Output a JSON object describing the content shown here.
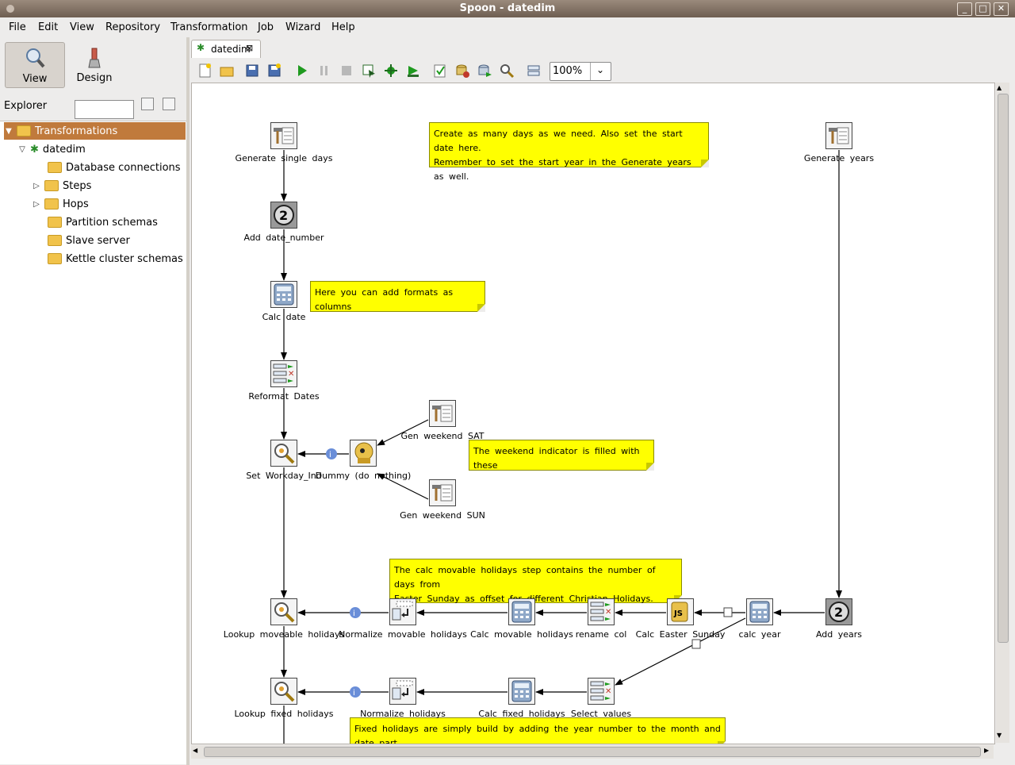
{
  "window": {
    "title": "Spoon - datedim"
  },
  "menu": [
    "File",
    "Edit",
    "View",
    "Repository",
    "Transformation",
    "Job",
    "Wizard",
    "Help"
  ],
  "perspectives": [
    {
      "label": "View",
      "active": true
    },
    {
      "label": "Design",
      "active": false
    }
  ],
  "explorer": {
    "label": "Explorer",
    "search_value": "",
    "tree": {
      "root": "Transformations",
      "transformation": "datedim",
      "children": [
        "Database connections",
        "Steps",
        "Hops",
        "Partition schemas",
        "Slave server",
        "Kettle cluster schemas"
      ]
    }
  },
  "tab": {
    "label": "datedim"
  },
  "toolbar": {
    "zoom": "100%"
  },
  "steps": {
    "gen_single_days": "Generate single days",
    "add_date_number": "Add date_number",
    "calc_date": "Calc date",
    "reformat_dates": "Reformat Dates",
    "set_workday": "Set Workday_Ind",
    "dummy": "Dummy (do nothing)",
    "gen_weekend_sat": "Gen weekend SAT",
    "gen_weekend_sun": "Gen weekend SUN",
    "generate_years": "Generate years",
    "add_years": "Add years",
    "calc_year": "calc year",
    "calc_easter": "Calc Easter Sunday",
    "rename_col": "rename col",
    "calc_movable": "Calc movable holidays",
    "normalize_movable": "Normalize movable holidays",
    "lookup_movable": "Lookup moveable holidays",
    "select_values": "Select values",
    "calc_fixed": "Calc fixed holidays",
    "normalize_holidays": "Normalize holidays",
    "lookup_fixed": "Lookup fixed holidays"
  },
  "step_badges": {
    "add_date_number": "2",
    "add_years": "2",
    "calc_easter": "JS"
  },
  "notes": {
    "note1_line1": "Create as many days as we need. Also set the start date here.",
    "note1_line2": "Remember to set the start year in the Generate years as well.",
    "note2": "Here you can add formats as columns",
    "note3": "The weekend indicator is filled with these",
    "note4_line1": "The calc movable holidays step contains the number of days from",
    "note4_line2": "Easter Sunday as offset for different Christian Holidays.",
    "note5": "Fixed holidays are simply build by adding the year number to the month and date part."
  },
  "colors": {
    "note": "#ffff00",
    "selection": "#c07a3c",
    "titlebar": "#6e5e51"
  }
}
